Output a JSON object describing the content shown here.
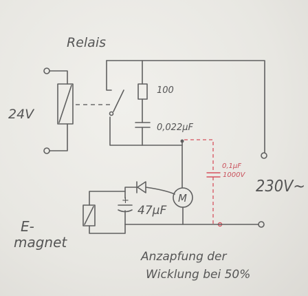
{
  "labels": {
    "relay_title": "Relais",
    "supply_24v": "24V",
    "resistor_value": "100",
    "snubber_cap_value": "0,022µF",
    "motor_symbol": "M",
    "elco_value": "47µF",
    "elco_polarity": "+",
    "magnet_line1": "E-",
    "magnet_line2": "magnet",
    "mains_voltage": "230V~",
    "red_cap_line1": "0,1µF",
    "red_cap_line2": "1000V",
    "tap_note_line1": "Anzapfung der",
    "tap_note_line2": "Wicklung bei 50%"
  },
  "colors": {
    "pencil": "#5f5f5f",
    "red_ink": "#d6505d",
    "paper": "#ecebe6"
  }
}
